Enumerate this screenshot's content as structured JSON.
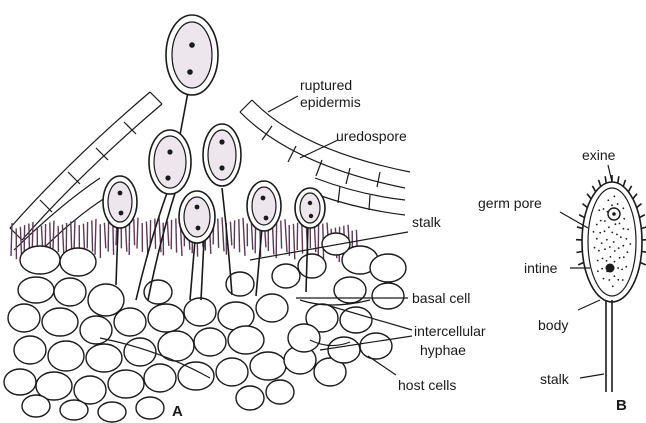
{
  "diagram": {
    "panels": {
      "a": "A",
      "b": "B"
    },
    "labels_a": {
      "ruptured_epidermis_line1": "ruptured",
      "ruptured_epidermis_line2": "epidermis",
      "uredospore": "uredospore",
      "stalk": "stalk",
      "basal_cell": "basal cell",
      "intercellular_hyphae_line1": "intercellular",
      "intercellular_hyphae_line2": "hyphae",
      "host_cells": "host cells"
    },
    "labels_b": {
      "exine": "exine",
      "germ_pore": "germ pore",
      "intine": "intine",
      "body": "body",
      "stalk": "stalk"
    }
  }
}
